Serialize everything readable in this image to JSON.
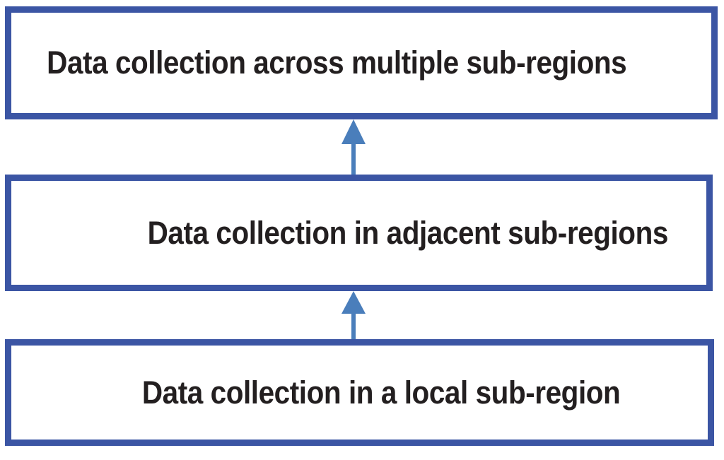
{
  "diagram": {
    "type": "vertical-flow-hierarchy",
    "title": "",
    "direction": "bottom-to-top",
    "colors": {
      "box_border": "#3b55a4",
      "box_fill": "#ffffff",
      "arrow": "#4a7ebb",
      "text": "#231f20",
      "background": "#ffffff"
    },
    "nodes": [
      {
        "id": "top",
        "label": "Data collection across multiple sub-regions",
        "level": 3
      },
      {
        "id": "middle",
        "label": "Data collection in adjacent sub-regions",
        "level": 2
      },
      {
        "id": "bottom",
        "label": "Data collection in a local sub-region",
        "level": 1
      }
    ],
    "connectors": [
      {
        "id": "arrow-lower",
        "from": "bottom",
        "to": "middle",
        "shape": "up-arrow"
      },
      {
        "id": "arrow-upper",
        "from": "middle",
        "to": "top",
        "shape": "up-arrow"
      }
    ]
  }
}
